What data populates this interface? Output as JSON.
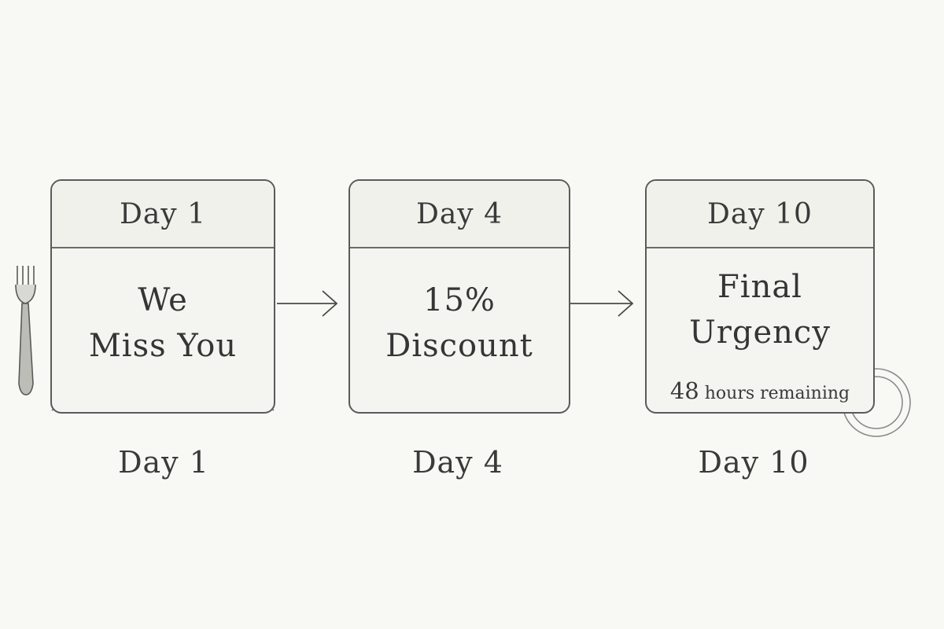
{
  "steps": [
    {
      "header": "Day 1",
      "lines": [
        "We",
        "Miss You"
      ],
      "caption": "Day 1",
      "icon": "envelope-icon"
    },
    {
      "header": "Day 4",
      "lines": [
        "15%",
        "Discount"
      ],
      "caption": "Day 4",
      "icon": ""
    },
    {
      "header": "Day 10",
      "lines": [
        "Final",
        "Urgency"
      ],
      "countdown_number": "48",
      "countdown_text": "hours remaining",
      "caption": "Day 10",
      "icon": "plate-icon"
    }
  ],
  "decorations": {
    "left_icon": "fork-icon",
    "connector": "arrow-right-icon"
  },
  "colors": {
    "background": "#f8f8f4",
    "stroke": "#5a5a5a",
    "text": "#3a3a3a"
  }
}
